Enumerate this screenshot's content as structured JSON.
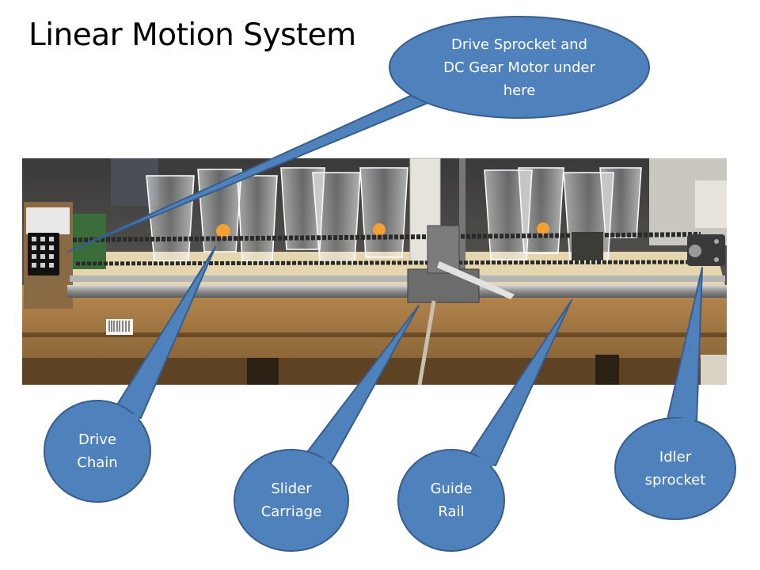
{
  "slide": {
    "title": "Linear Motion System"
  },
  "colors": {
    "callout_fill": "#4f81bd",
    "callout_stroke": "#385d8a",
    "callout_text": "#ffffff",
    "chain": "#2a2a2a",
    "table_wood": "#a57a44",
    "board": "#e9d9b4",
    "rail": "#9a9a9a"
  },
  "callouts": {
    "drive_sprocket": {
      "line1": "Drive Sprocket and",
      "line2": "DC Gear Motor under",
      "line3": "here"
    },
    "drive_chain": {
      "line1": "Drive",
      "line2": "Chain"
    },
    "slider_carriage": {
      "line1": "Slider",
      "line2": "Carriage"
    },
    "guide_rail": {
      "line1": "Guide",
      "line2": "Rail"
    },
    "idler_sprocket": {
      "line1": "Idler",
      "line2": "sprocket"
    }
  }
}
